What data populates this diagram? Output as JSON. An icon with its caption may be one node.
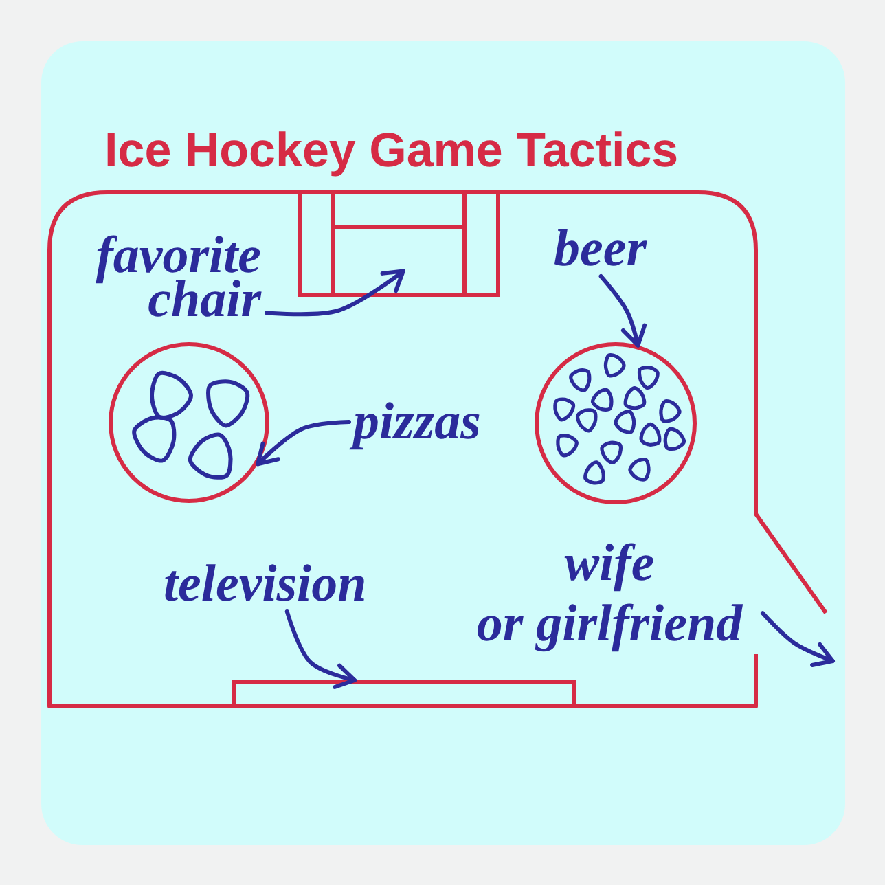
{
  "diagram": {
    "title": "Ice Hockey Game Tactics",
    "nodes": [
      {
        "text": [
          "favorite chair"
        ]
      },
      {
        "text": [],
        "shape": "box"
      },
      {
        "text": [
          "beer"
        ]
      },
      {
        "text": [],
        "shape": "circle"
      },
      {
        "text": [
          "pizzas"
        ]
      },
      {
        "text": [],
        "shape": "circle"
      },
      {
        "text": [
          "wife or girlfriend"
        ]
      },
      {
        "text": [
          "television"
        ]
      },
      {
        "text": [],
        "shape": "box"
      }
    ],
    "edges": [
      {
        "from": 0,
        "to": 1,
        "arrow": "to"
      },
      {
        "from": 2,
        "to": 5,
        "arrow": "to"
      },
      {
        "from": 4,
        "to": 3,
        "arrow": "to"
      },
      {
        "from": 7,
        "to": 8,
        "arrow": "to"
      },
      {
        "from": 6,
        "to": null,
        "arrow": "to"
      }
    ]
  }
}
